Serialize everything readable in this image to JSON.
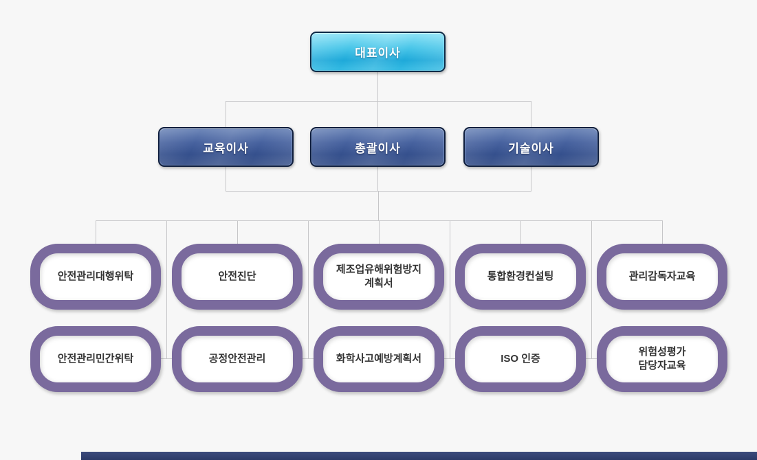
{
  "org_chart": {
    "title": "organization-chart",
    "ceo": {
      "label": "대표이사"
    },
    "directors": [
      {
        "label": "교육이사"
      },
      {
        "label": "총괄이사"
      },
      {
        "label": "기술이사"
      }
    ],
    "services_row1": [
      "안전관리대행위탁",
      "안전진단",
      "제조업유해위험방지\n계획서",
      "통합환경컨설팅",
      "관리감독자교육"
    ],
    "services_row2": [
      "안전관리민간위탁",
      "공정안전관리",
      "화학사고예방계획서",
      "ISO 인증",
      "위험성평가\n담당자교육"
    ],
    "colors": {
      "background": "#f7f7f7",
      "ceo_box": "#2fb6e0",
      "ceo_border": "#0d2b47",
      "director_box": "#3d5990",
      "director_border": "#0e1d3c",
      "service_border": "#7a6a9d",
      "service_fill": "#ffffff",
      "service_text": "#333333",
      "connector": "#c6c6c8",
      "footer_bar": "#32406f"
    }
  }
}
